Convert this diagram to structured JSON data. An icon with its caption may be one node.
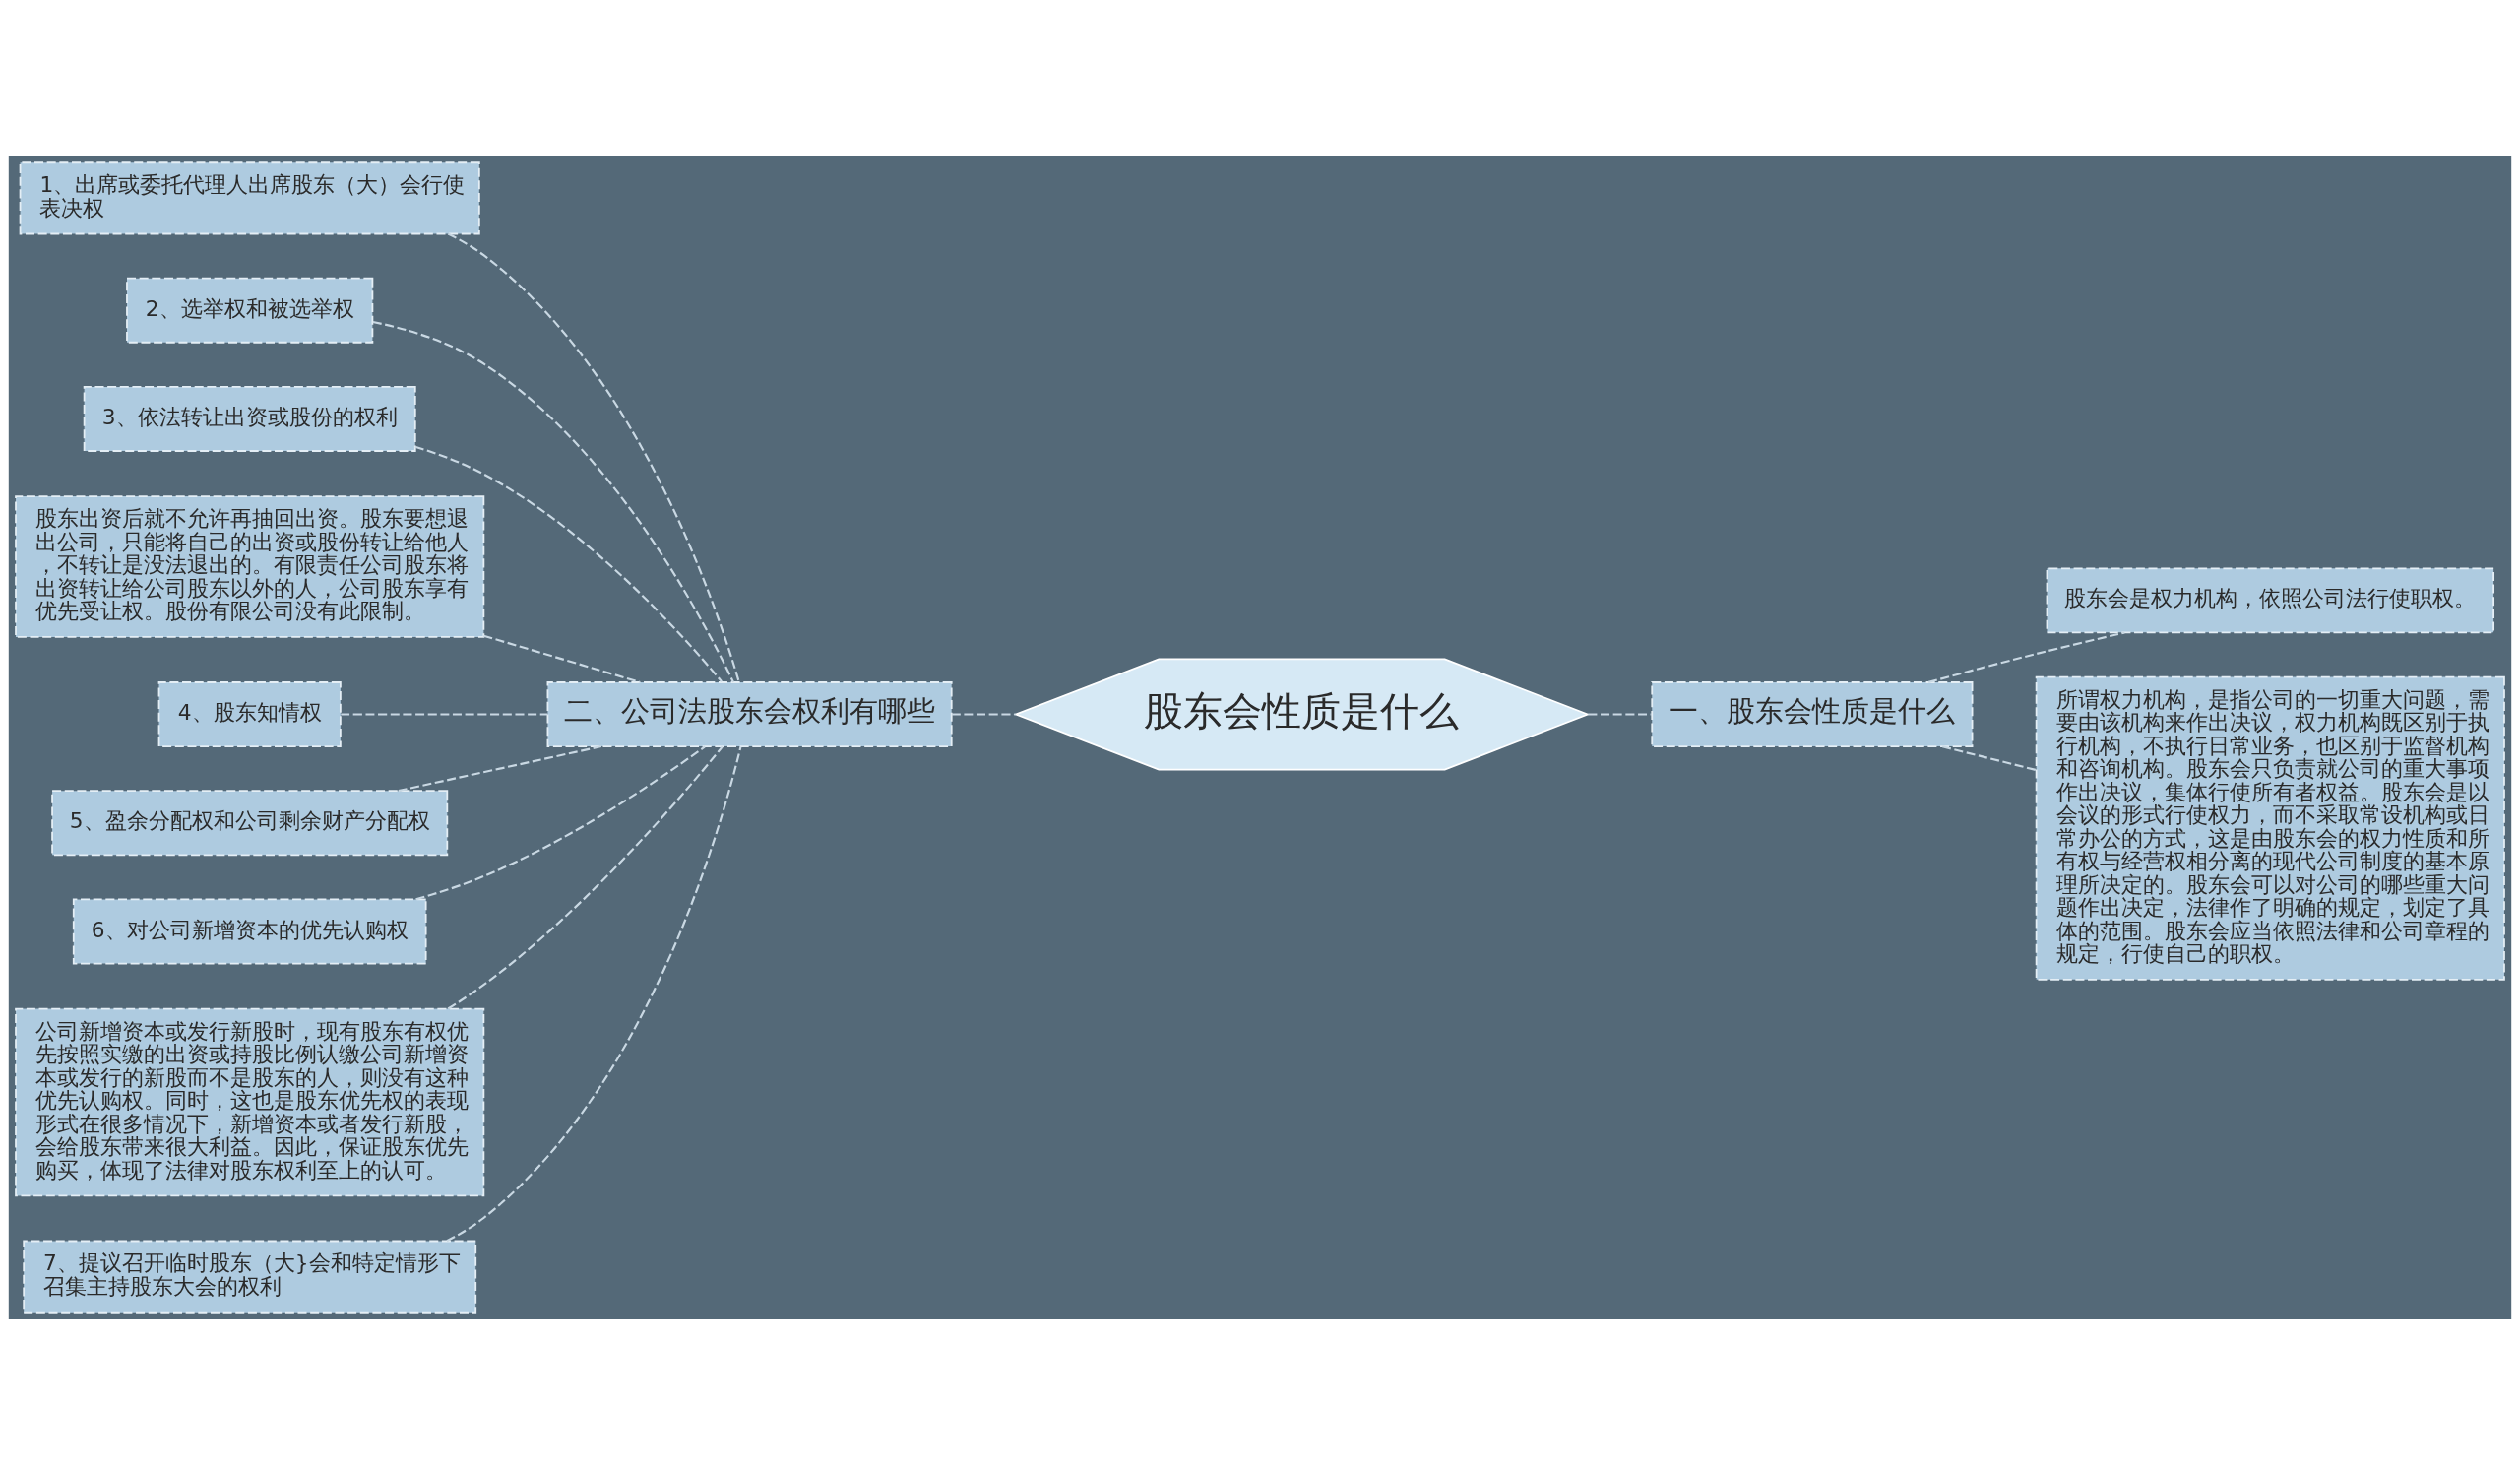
{
  "diagram": {
    "nodes": [
      {
        "text": [
          "股东会性质是什么"
        ]
      },
      {
        "text": [
          "二、公司法股东会权利有哪些"
        ]
      },
      {
        "text": [
          "1、出席或委托代理人出席股东（大）会行使表决权"
        ]
      },
      {
        "text": [
          "2、选举权和被选举权"
        ]
      },
      {
        "text": [
          "3、依法转让出资或股份的权利"
        ]
      },
      {
        "text": [
          "股东出资后就不允许再抽回出资。股东要想退出公司，只能将自己的出资或股份转让给他人，不转让是没法退出的。有限责任公司股东将出资转让给公司股东以外的人，公司股东享有优先受让权。股份有限公司没有此限制。"
        ]
      },
      {
        "text": [
          "4、股东知情权"
        ]
      },
      {
        "text": [
          "5、盈余分配权和公司剩余财产分配权"
        ]
      },
      {
        "text": [
          "6、对公司新增资本的优先认购权"
        ]
      },
      {
        "text": [
          "公司新增资本或发行新股时，现有股东有权优先按照实缴的出资或持股比例认缴公司新增资本或发行的新股而不是股东的人，则没有这种优先认购权。同时，这也是股东优先权的表现形式在很多情况下，新增资本或者发行新股，会给股东带来很大利益。因此，保证股东优先购买，体现了法律对股东权利至上的认可。"
        ]
      },
      {
        "text": [
          "7、提议召开临时股东（大}会和特定情形下召集主持股东大会的权利"
        ]
      },
      {
        "text": [
          "一、股东会性质是什么"
        ]
      },
      {
        "text": [
          "股东会是权力机构，依照公司法行使职权。"
        ]
      },
      {
        "text": [
          "所谓权力机构，是指公司的一切重大问题，需要由该机构来作出决议，权力机构既区别于执行机构，不执行日常业务，也区别于监督机构和咨询机构。股东会只负责就公司的重大事项作出决议，集体行使所有者权益。股东会是以会议的形式行使权力，而不采取常设机构或日常办公的方式，这是由股东会的权力性质和所有权与经营权相分离的现代公司制度的基本原理所决定的。股东会可以对公司的哪些重大问题作出决定，法律作了明确的规定，划定了具体的范围。股东会应当依照法律和公司章程的规定，行使自己的职权。"
        ]
      }
    ],
    "edges": [
      {
        "from": 2,
        "to": 1,
        "arrow": "none",
        "style": "dashed"
      },
      {
        "from": 3,
        "to": 1,
        "arrow": "none",
        "style": "dashed"
      },
      {
        "from": 4,
        "to": 1,
        "arrow": "none",
        "style": "dashed"
      },
      {
        "from": 5,
        "to": 1,
        "arrow": "none",
        "style": "dashed"
      },
      {
        "from": 6,
        "to": 1,
        "arrow": "none",
        "style": "dashed"
      },
      {
        "from": 7,
        "to": 1,
        "arrow": "none",
        "style": "dashed"
      },
      {
        "from": 8,
        "to": 1,
        "arrow": "none",
        "style": "dashed"
      },
      {
        "from": 9,
        "to": 1,
        "arrow": "none",
        "style": "dashed"
      },
      {
        "from": 10,
        "to": 1,
        "arrow": "none",
        "style": "dashed"
      },
      {
        "from": 1,
        "to": 0,
        "arrow": "none",
        "style": "dashed"
      },
      {
        "from": 0,
        "to": 11,
        "arrow": "none",
        "style": "dashed"
      },
      {
        "from": 11,
        "to": 12,
        "arrow": "none",
        "style": "dashed"
      },
      {
        "from": 11,
        "to": 13,
        "arrow": "none",
        "style": "dashed"
      }
    ]
  }
}
